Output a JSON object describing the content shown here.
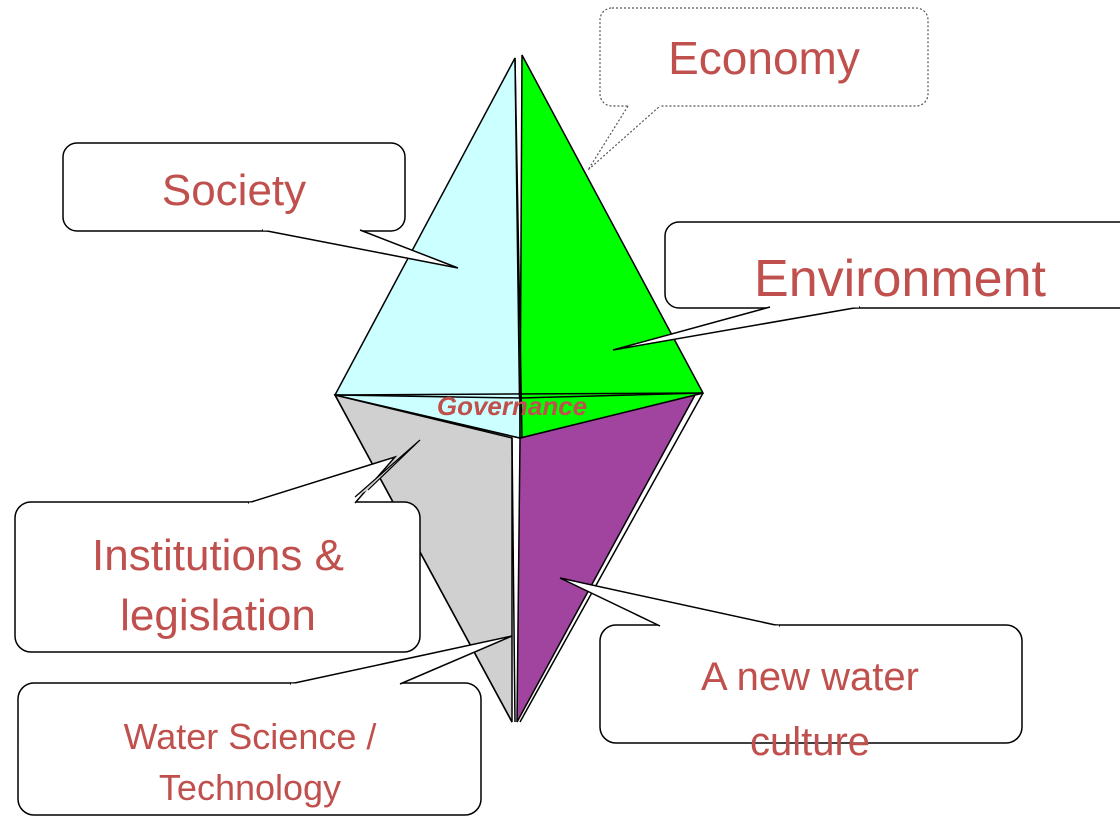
{
  "diagram": {
    "labels": {
      "economy": "Economy",
      "society": "Society",
      "environment": "Environment",
      "governance": "Governance",
      "institutions_line1": "Institutions &",
      "institutions_line2": "legislation",
      "science_line1": "Water Science /",
      "science_line2": "Technology",
      "culture_line1": "A new water",
      "culture_line2": "culture"
    },
    "colors": {
      "label_text": "#c0504d",
      "society_face": "#ccffff",
      "environment_face": "#00ff00",
      "governance_face": "#ccffff",
      "institutions_face": "#d0d0d0",
      "culture_face": "#a0449f",
      "outline": "#000000"
    }
  }
}
